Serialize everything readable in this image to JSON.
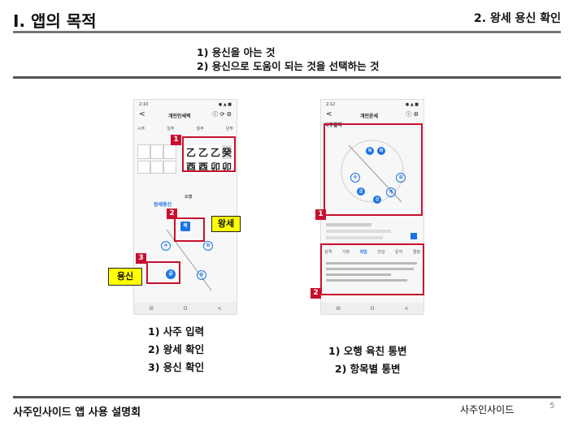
{
  "header": {
    "title": "I. 앱의 목적",
    "subtitle": "2. 왕세 용신 확인"
  },
  "objectives": [
    "1) 용신을 아는 것",
    "2) 용신으로 도움이 되는 것을 선택하는 것"
  ],
  "left_phone": {
    "status_time": "2:10",
    "title": "개인인세력",
    "tab_labels": [
      "시주",
      "일주",
      "월주",
      "년주"
    ],
    "stems": [
      "乙",
      "乙",
      "乙",
      "癸"
    ],
    "branches": [
      "酉",
      "酉",
      "卯",
      "卯"
    ],
    "legend": "오행",
    "section_label": "왕세용신",
    "badges": [
      "1",
      "2",
      "3"
    ],
    "wangse_label": "왕세",
    "yongsin_label": "용신",
    "nav": [
      "III",
      "O",
      "<"
    ]
  },
  "right_phone": {
    "status_time": "2:12",
    "title": "개인운세",
    "section": "사주팔자",
    "badges": [
      "1",
      "2"
    ],
    "tabs": [
      "성격",
      "기회",
      "직업",
      "건강",
      "돈익",
      "결정"
    ],
    "active_tab": "직업",
    "nav": [
      "III",
      "O",
      "<"
    ]
  },
  "captions_left": [
    "1) 사주 입력",
    "2) 왕세 확인",
    "3) 용신 확인"
  ],
  "captions_right": [
    "1) 오행 육친 통변",
    "2) 항목별 통변"
  ],
  "footer": {
    "title": "사주인사이드 앱 사용 설명회",
    "brand": "사주인사이드",
    "page": "5"
  },
  "colors": {
    "accent_red": "#c8102e",
    "highlight_yellow": "#ffff00",
    "app_blue": "#1a73e8"
  }
}
